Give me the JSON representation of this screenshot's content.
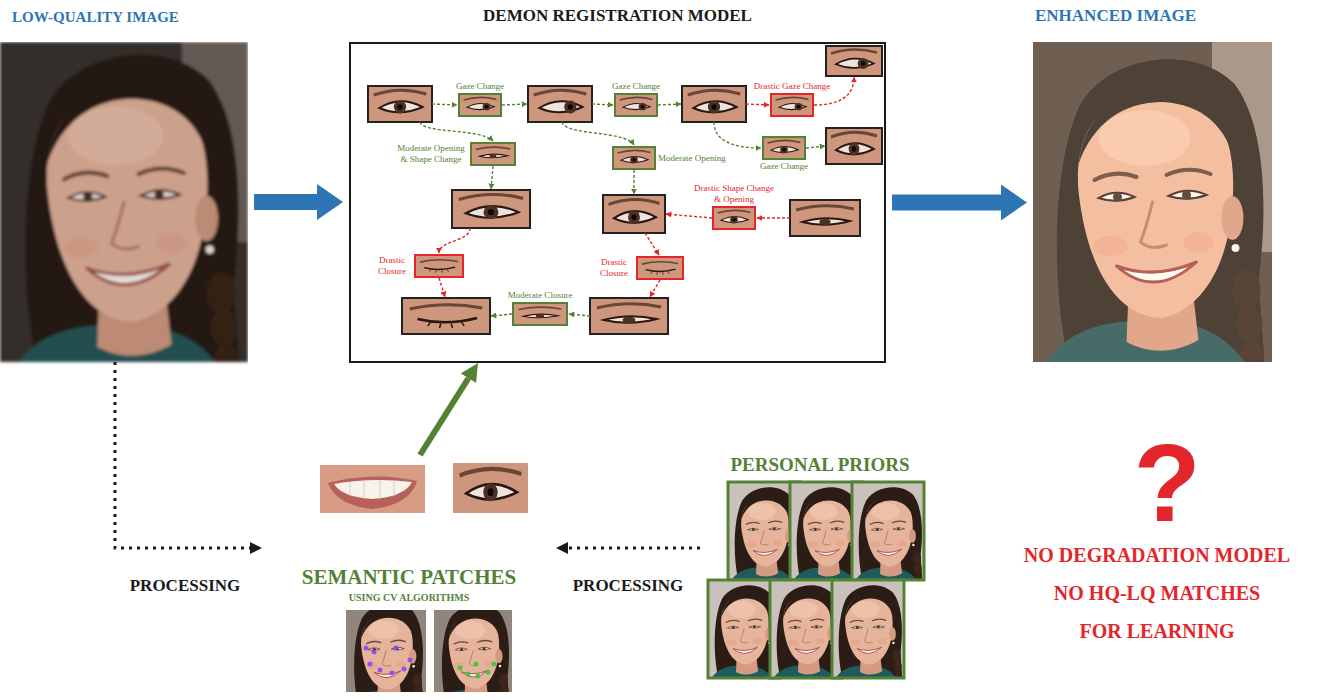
{
  "diagram": {
    "nodes": [
      {
        "text": [
          "LOW-QUALITY IMAGE"
        ]
      },
      {
        "text": [
          "DEMON REGISTRATION MODEL"
        ]
      },
      {
        "text": [
          "Gaze Change"
        ],
        "in": 1
      },
      {
        "text": [
          "Gaze Change"
        ],
        "in": 1
      },
      {
        "text": [
          "Drastic Gaze Change"
        ],
        "in": 1
      },
      {
        "text": [
          "Gaze Change"
        ],
        "in": 1
      },
      {
        "text": [
          "Moderate Opening & Shape Change"
        ],
        "in": 1
      },
      {
        "text": [
          "Moderate Opening"
        ],
        "in": 1
      },
      {
        "text": [
          "Drastic Shape Change & Opening"
        ],
        "in": 1
      },
      {
        "text": [
          "Drastic Closure"
        ],
        "in": 1
      },
      {
        "text": [
          "Drastic Closure"
        ],
        "in": 1
      },
      {
        "text": [
          "Moderate Closure"
        ],
        "in": 1
      },
      {
        "text": [
          "ENHANCED IMAGE"
        ]
      },
      {
        "text": [
          "SEMANTIC PATCHES",
          "USING CV ALGORITHMS"
        ]
      },
      {
        "text": [
          "PERSONAL PRIORS"
        ]
      }
    ],
    "edges": [
      {
        "from": 0,
        "to": 1,
        "arrow": "to"
      },
      {
        "from": 1,
        "to": 12,
        "arrow": "to"
      },
      {
        "from": 13,
        "to": 1,
        "arrow": "to"
      },
      {
        "from": 0,
        "to": 13,
        "arrow": "to",
        "label": "PROCESSING"
      },
      {
        "from": 14,
        "to": 13,
        "arrow": "to",
        "label": "PROCESSING"
      }
    ],
    "labels": [
      "?",
      "NO DEGRADATION MODEL",
      "NO HQ-LQ MATCHES FOR LEARNING"
    ]
  }
}
